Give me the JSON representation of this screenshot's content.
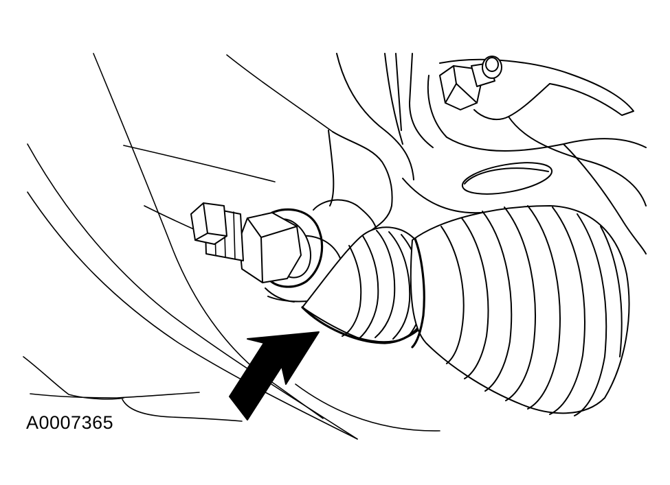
{
  "figure": {
    "id_label": "A0007365"
  },
  "colors": {
    "line": "#000000",
    "background": "#ffffff"
  },
  "parts": [
    "bleed-screw",
    "caliper-boot",
    "outer-boot",
    "grease-fitting",
    "callout-arrow"
  ]
}
